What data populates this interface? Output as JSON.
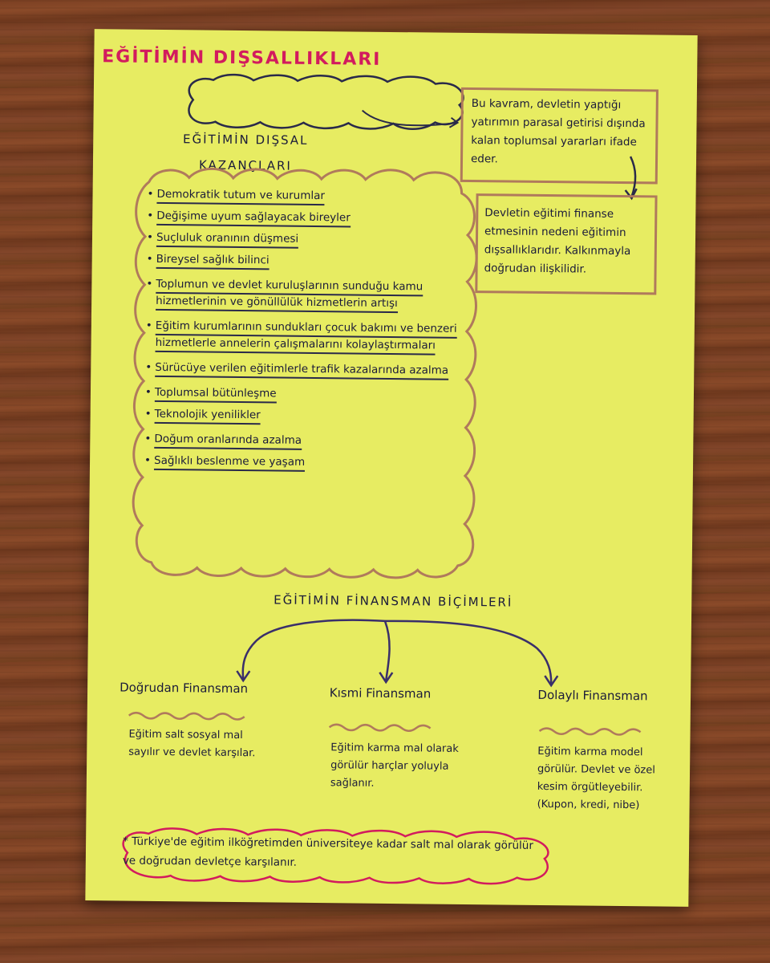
{
  "title": "EĞİTİMİN DIŞSALLIKLARI",
  "definition": "Bu kavram, devletin yaptığı yatırımın parasal getirisi dışında kalan toplumsal yararları ifade eder.",
  "reason": "Devletin eğitimi finanse etmesinin nedeni eğitimin dışsallıklarıdır. Kalkınmayla doğrudan ilişkilidir.",
  "gains": {
    "heading_line1": "EĞİTİMİN DIŞSAL",
    "heading_line2": "KAZANÇLARI",
    "items": [
      "Demokratik tutum ve kurumlar",
      "Değişime uyum sağlayacak bireyler",
      "Suçluluk oranının düşmesi",
      "Bireysel sağlık bilinci",
      "Toplumun ve devlet kuruluşlarının sunduğu kamu hizmetlerinin ve gönüllülük hizmetlerin artışı",
      "Eğitim kurumlarının sundukları çocuk bakımı ve benzeri hizmetlerle annelerin çalışmalarını kolaylaştırmaları",
      "Sürücüye verilen eğitimlerle trafik kazalarında azalma",
      "Toplumsal bütünleşme",
      "Teknolojik yenilikler",
      "Doğum oranlarında azalma",
      "Sağlıklı beslenme ve yaşam"
    ]
  },
  "financing": {
    "heading": "EĞİTİMİN FİNANSMAN BİÇİMLERİ",
    "branches": [
      {
        "title": "Doğrudan Finansman",
        "text": "Eğitim salt sosyal mal sayılır ve devlet karşılar."
      },
      {
        "title": "Kısmi Finansman",
        "text": "Eğitim karma mal olarak görülür harçlar yoluyla sağlanır."
      },
      {
        "title": "Dolaylı Finansman",
        "text": "Eğitim karma model görülür. Devlet ve özel kesim örgütleyebilir. (Kupon, kredi, nibe)"
      }
    ]
  },
  "note": "* Türkiye'de eğitim ilköğretimden üniversiteye kadar salt mal olarak görülür ve doğrudan devletçe karşılanır.",
  "colors": {
    "paper": "#e7ec62",
    "title_red": "#d21b5e",
    "border_brown": "#b07a5c",
    "ink": "#1b1b3a"
  }
}
